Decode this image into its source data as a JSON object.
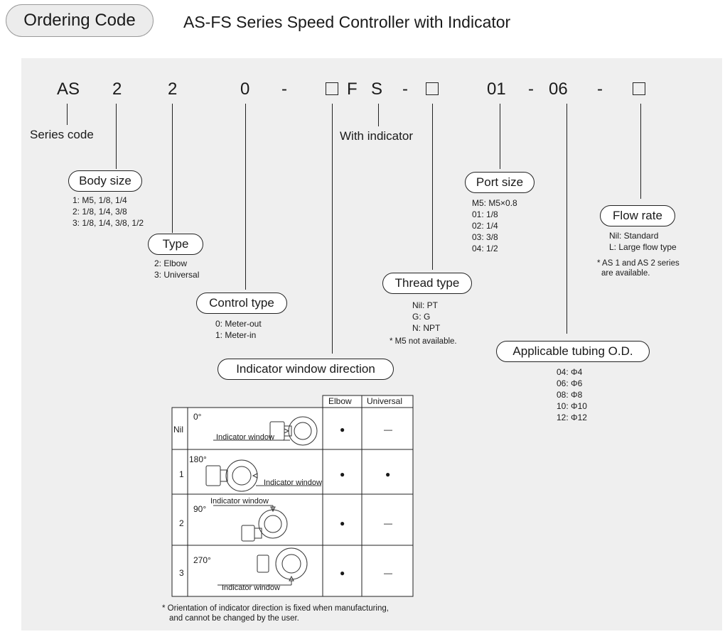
{
  "header": {
    "tag": "Ordering Code",
    "title": "AS-FS Series Speed Controller with Indicator"
  },
  "code_parts": {
    "series": "AS",
    "body_size": "2",
    "type": "2",
    "control": "0",
    "hyphen": "-",
    "f_letter": "F",
    "s_letter": "S",
    "port": "01",
    "tubing": "06"
  },
  "series_code": {
    "label": "Series code"
  },
  "with_indicator": {
    "label": "With indicator"
  },
  "body_size": {
    "title": "Body size",
    "options": [
      "1: M5, 1/8, 1/4",
      "2: 1/8, 1/4, 3/8",
      "3: 1/8, 1/4, 3/8, 1/2"
    ]
  },
  "type": {
    "title": "Type",
    "options": [
      "2: Elbow",
      "3: Universal"
    ]
  },
  "control_type": {
    "title": "Control type",
    "options": [
      "0: Meter-out",
      "1: Meter-in"
    ]
  },
  "indicator_direction": {
    "title": "Indicator window direction"
  },
  "thread_type": {
    "title": "Thread type",
    "options": [
      "Nil: PT",
      "G: G",
      "N: NPT"
    ],
    "note": "* M5 not available."
  },
  "port_size": {
    "title": "Port size",
    "options": [
      "M5: M5×0.8",
      "01: 1/8",
      "02: 1/4",
      "03: 3/8",
      "04: 1/2"
    ]
  },
  "tubing_od": {
    "title": "Applicable tubing O.D.",
    "options": [
      "04: Φ4",
      "06: Φ6",
      "08: Φ8",
      "10: Φ10",
      "12: Φ12"
    ]
  },
  "flow_rate": {
    "title": "Flow rate",
    "options": [
      "Nil: Standard",
      "L: Large flow type"
    ],
    "note_lines": [
      "* AS 1 and AS 2 series",
      "are available."
    ]
  },
  "table": {
    "headers": [
      "Elbow",
      "Universal"
    ],
    "window_label": "Indicator window",
    "rows": [
      {
        "code": "Nil",
        "angle": "0°",
        "elbow": "●",
        "universal": "—"
      },
      {
        "code": "1",
        "angle": "180°",
        "elbow": "●",
        "universal": "●"
      },
      {
        "code": "2",
        "angle": "90°",
        "elbow": "●",
        "universal": "—"
      },
      {
        "code": "3",
        "angle": "270°",
        "elbow": "●",
        "universal": "—"
      }
    ],
    "footnote_lines": [
      "* Orientation of indicator direction is fixed when manufacturing,",
      "and cannot be changed by the user."
    ]
  }
}
